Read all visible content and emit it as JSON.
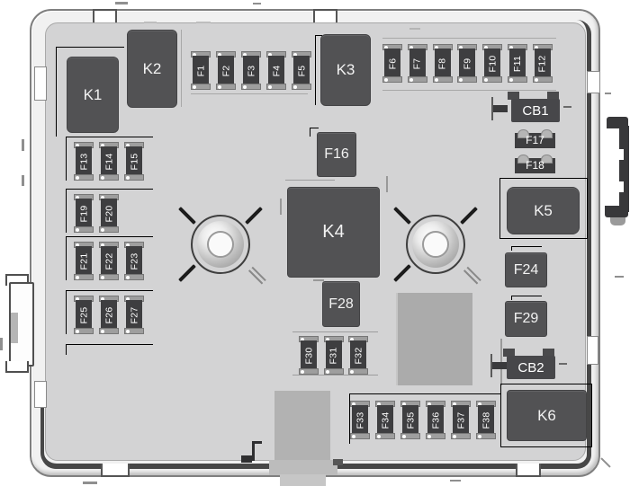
{
  "figure": {
    "type": "engine-compartment-fuse-box-diagram"
  },
  "components": {
    "k1": "K1",
    "k2": "K2",
    "k3": "K3",
    "k4": "K4",
    "k5": "K5",
    "k6": "K6",
    "cb1": "CB1",
    "cb2": "CB2",
    "f16": "F16",
    "f17": "F17",
    "f18": "F18",
    "f24": "F24",
    "f28": "F28",
    "f29": "F29"
  },
  "fuse_rows": {
    "row_top_left": {
      "labels": [
        "F1",
        "F2",
        "F3",
        "F4",
        "F5"
      ]
    },
    "row_top_right": {
      "labels": [
        "F6",
        "F7",
        "F8",
        "F9",
        "F10",
        "F11",
        "F12"
      ]
    },
    "col_left_1": {
      "labels": [
        "F13",
        "F14",
        "F15"
      ]
    },
    "col_left_2": {
      "labels": [
        "F19",
        "F20"
      ]
    },
    "col_left_3": {
      "labels": [
        "F21",
        "F22",
        "F23"
      ]
    },
    "col_left_4": {
      "labels": [
        "F25",
        "F26",
        "F27"
      ]
    },
    "row_bottom_mid": {
      "labels": [
        "F30",
        "F31",
        "F32"
      ]
    },
    "row_bottom": {
      "labels": [
        "F33",
        "F34",
        "F35",
        "F36",
        "F37",
        "F38"
      ]
    }
  },
  "colors": {
    "component_dark": "#3e3e40",
    "relay_dark": "#525254",
    "panel_gray": "#d3d3d4",
    "case_light": "#f1f1f1",
    "fuse_cap": "#9e9e9e",
    "empty_socket": "#ababab",
    "label_text": "#ffffff"
  }
}
